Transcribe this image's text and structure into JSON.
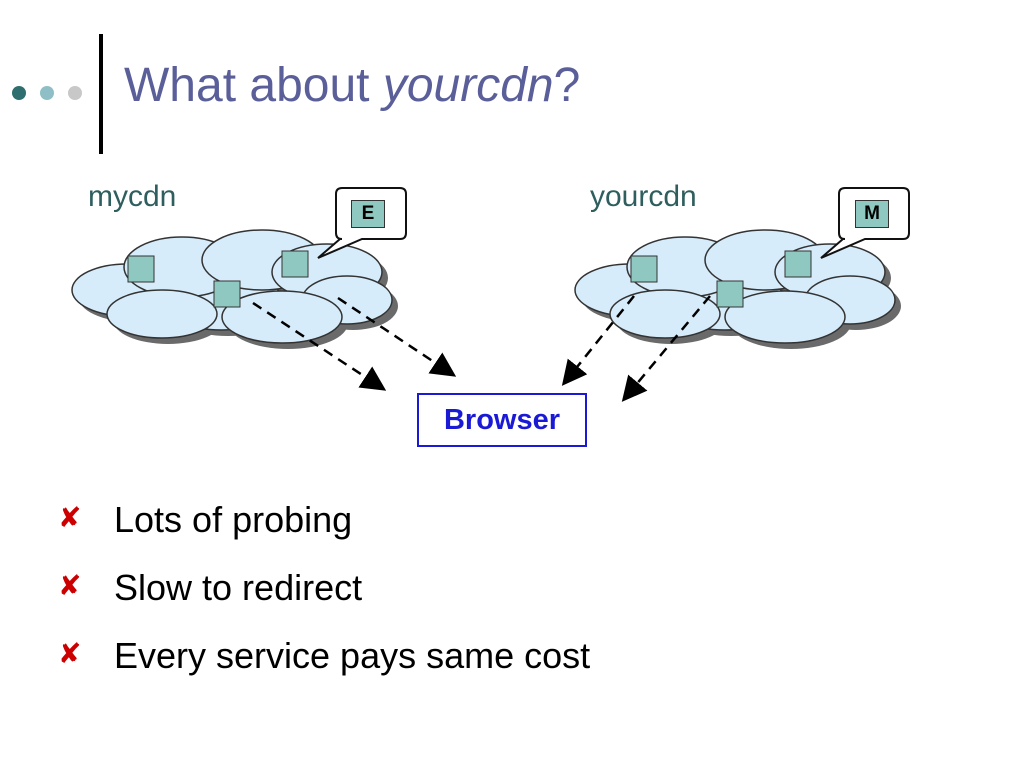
{
  "slide": {
    "title_main": "What about ",
    "title_emph": "yourcdn",
    "title_end": "?"
  },
  "diagram": {
    "cloud_left_label": "mycdn",
    "cloud_right_label": "yourcdn",
    "bubble_left_letter": "E",
    "bubble_right_letter": "M",
    "browser_label": "Browser",
    "colors": {
      "cloud_fill": "#d6ecfa",
      "node_fill": "#8fc8c0",
      "browser_border": "#1a1ad6"
    }
  },
  "bullets": [
    {
      "text": "Lots of probing"
    },
    {
      "text": "Slow to redirect"
    },
    {
      "text": "Every service pays same cost"
    }
  ],
  "icons": {
    "bullet": "cross-mark-icon"
  }
}
